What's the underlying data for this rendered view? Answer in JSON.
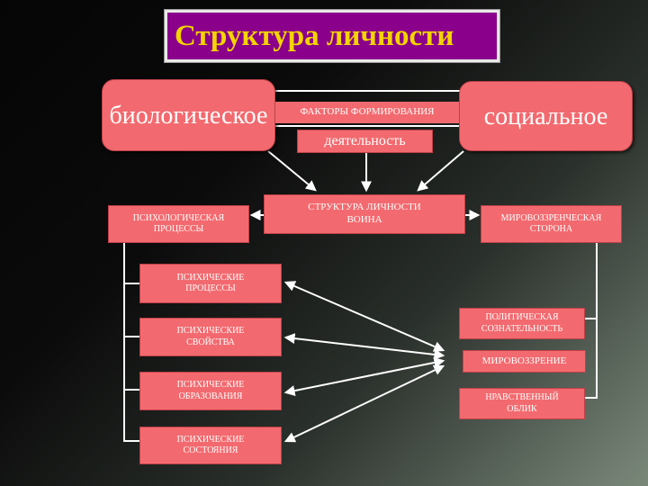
{
  "title": "Структура личности",
  "top": {
    "left": "биологическое",
    "right": "социальное",
    "factors": "ФАКТОРЫ ФОРМИРОВАНИЯ",
    "activity": "деятельность"
  },
  "center": "СТРУКТУРА ЛИЧНОСТИ ВОИНА",
  "left_head": "ПСИХОЛОГИЧЕСКАЯ ПРОЦЕССЫ",
  "right_head": "МИРОВОЗЗРЕНЧЕСКАЯ СТОРОНА",
  "left_items": [
    "ПСИХИЧЕСКИЕ ПРОЦЕССЫ",
    "ПСИХИЧЕСКИЕ СВОЙСТВА",
    "ПСИХИЧЕСКИЕ ОБРАЗОВАНИЯ",
    "ПСИХИЧЕСКИЕ СОСТОЯНИЯ"
  ],
  "right_items": [
    "ПОЛИТИЧЕСКАЯ СОЗНАТЕЛЬНОСТЬ",
    "МИРОВОЗЗРЕНИЕ",
    "НРАВСТВЕННЫЙ ОБЛИК"
  ],
  "colors": {
    "box": "#f26a6f",
    "title_bg": "#8a008a",
    "title_text": "#f2d400",
    "lines": "#ffffff"
  }
}
